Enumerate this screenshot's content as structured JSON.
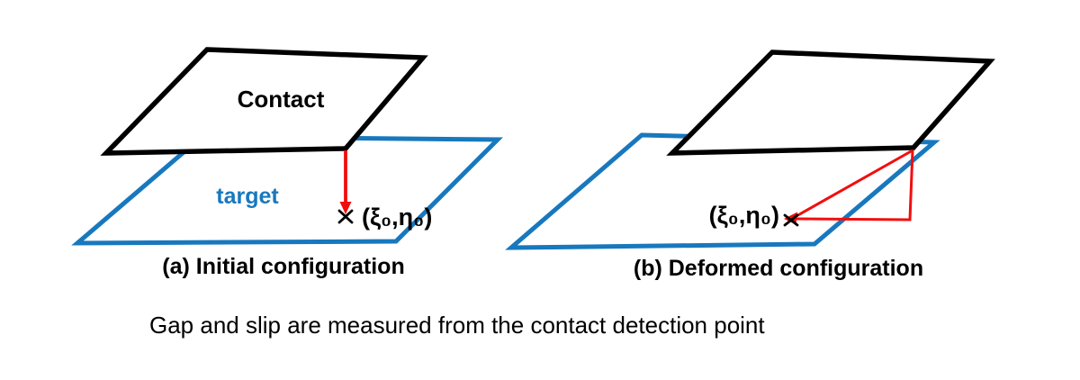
{
  "figure": {
    "colors": {
      "contact": "#000000",
      "target": "#1878be",
      "marker": "#f20d0d",
      "background": "#ffffff"
    },
    "panel_a": {
      "contact_label": "Contact",
      "target_label": "target",
      "point_label": "(ξ₀,η₀)",
      "caption": "(a) Initial configuration"
    },
    "panel_b": {
      "point_label": "(ξ₀,η₀)",
      "caption": "(b) Deformed configuration"
    },
    "footnote": "Gap and slip are measured from the contact detection point"
  }
}
